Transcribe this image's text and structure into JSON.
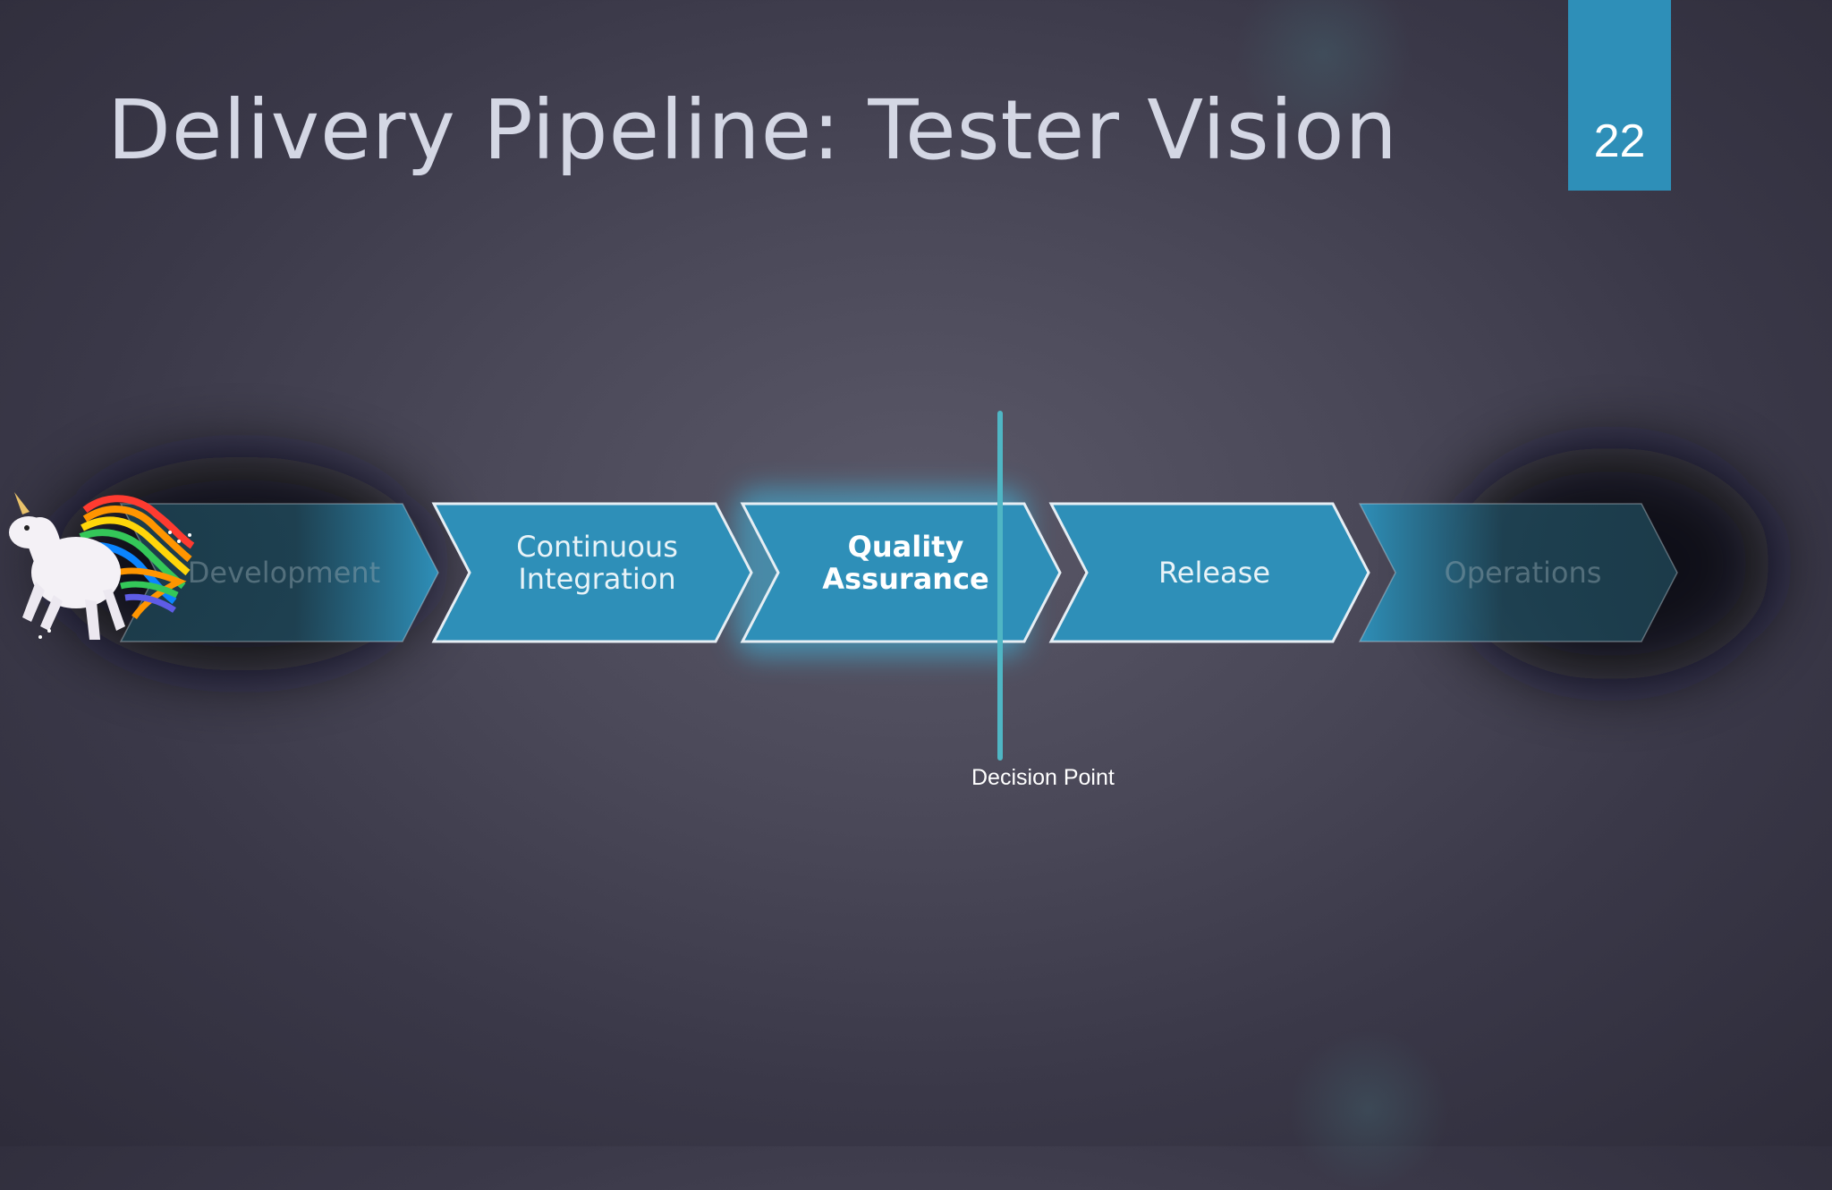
{
  "slide": {
    "title": "Delivery Pipeline: Tester Vision",
    "number": "22"
  },
  "pipeline": {
    "stages": [
      {
        "line1": "Development",
        "line2": "",
        "state": "faded"
      },
      {
        "line1": "Continuous",
        "line2": "Integration",
        "state": "normal"
      },
      {
        "line1": "Quality",
        "line2": "Assurance",
        "state": "highlighted"
      },
      {
        "line1": "Release",
        "line2": "",
        "state": "normal"
      },
      {
        "line1": "Operations",
        "line2": "",
        "state": "faded"
      }
    ],
    "decision_label": "Decision Point",
    "mascot_icon": "rainbow-unicorn-icon"
  },
  "colors": {
    "chevron_fill": "#2e8fb8",
    "chevron_stroke": "#e6eef4",
    "decision_line": "#4fb6c4",
    "slide_number_box": "#2e8fb8",
    "title_text": "#d4d7e4"
  }
}
